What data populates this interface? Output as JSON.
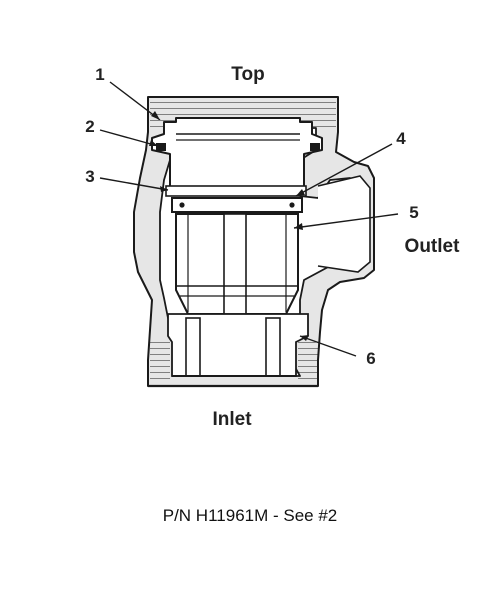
{
  "labels": {
    "top": "Top",
    "outlet": "Outlet",
    "inlet": "Inlet"
  },
  "callouts": [
    {
      "number": "1"
    },
    {
      "number": "2"
    },
    {
      "number": "3"
    },
    {
      "number": "4"
    },
    {
      "number": "5"
    },
    {
      "number": "6"
    }
  ],
  "caption": "P/N H11961M - See #2",
  "colors": {
    "line": "#1a1a1a",
    "body_fill": "#e6e6e6",
    "cavity": "#ffffff"
  }
}
